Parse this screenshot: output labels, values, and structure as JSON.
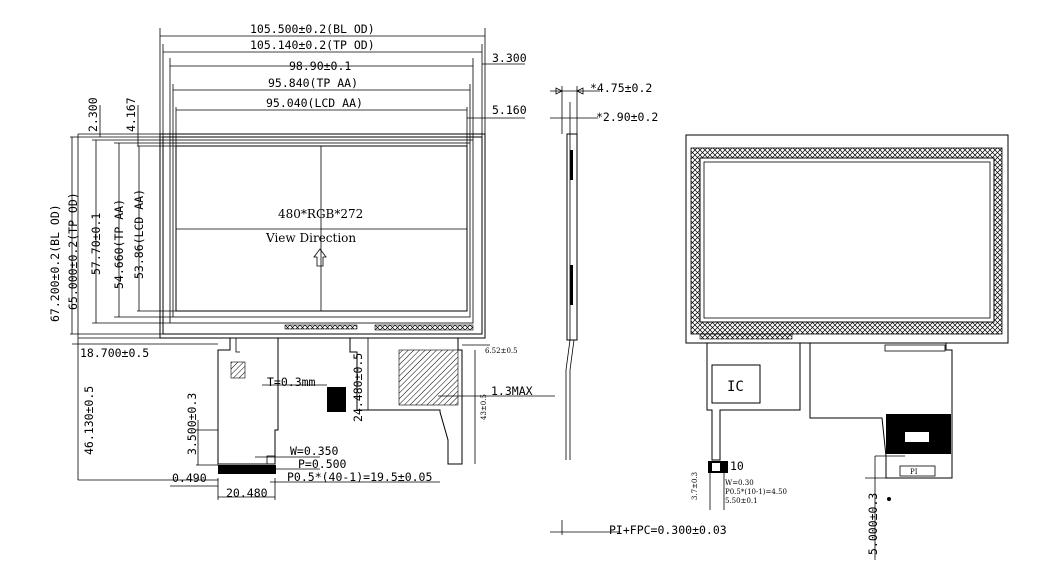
{
  "front_view": {
    "width_bl": "105.500±0.2(BL OD)",
    "width_tp": "105.140±0.2(TP OD)",
    "width_98": "98.90±0.1",
    "width_tp_aa": "95.840(TP AA)",
    "width_lcd_aa": "95.040(LCD AA)",
    "offset_3300": "3.300",
    "offset_5160": "5.160",
    "offset_2300": "2.300",
    "offset_4167": "4.167",
    "height_bl": "67.200±0.2(BL OD)",
    "height_tp": "65.000±0.2(TP OD)",
    "height_57": "57.70±0.1",
    "height_tp_aa": "54.660(TP AA)",
    "height_lcd_aa": "53.86(LCD AA)",
    "resolution": "480*RGB*272",
    "view_direction": "View Direction",
    "fpc_offset": "18.700±0.5",
    "total_height": "46.130±0.5",
    "fpc_3500": "3.500±0.3",
    "thickness": "T=0.3mm",
    "fpc_24480": "24.480±0.5",
    "right_fpc": "6.52±0.5",
    "right_fpc_len": "43±0.5",
    "width_spec": "W=0.350",
    "pitch_spec": "P=0.500",
    "pitch_total": "P0.5*(40-1)=19.5±0.05",
    "gap_0490": "0.490",
    "width_20480": "20.480"
  },
  "side_view": {
    "thickness_total": "*4.75±0.2",
    "thickness_panel": "*2.90±0.2",
    "max_height": "1.3MAX",
    "pi_fpc": "PI+FPC=0.300±0.03"
  },
  "back_view": {
    "ic_label": "IC",
    "pin_count": "10",
    "w_spec": "W=0.30",
    "p_spec": "P0.5*(10-1)=4.50",
    "len_spec": "5.50±0.1",
    "len_37": "3.7±0.3",
    "pi_label": "PI",
    "len_5000": "5.000±0.3"
  }
}
